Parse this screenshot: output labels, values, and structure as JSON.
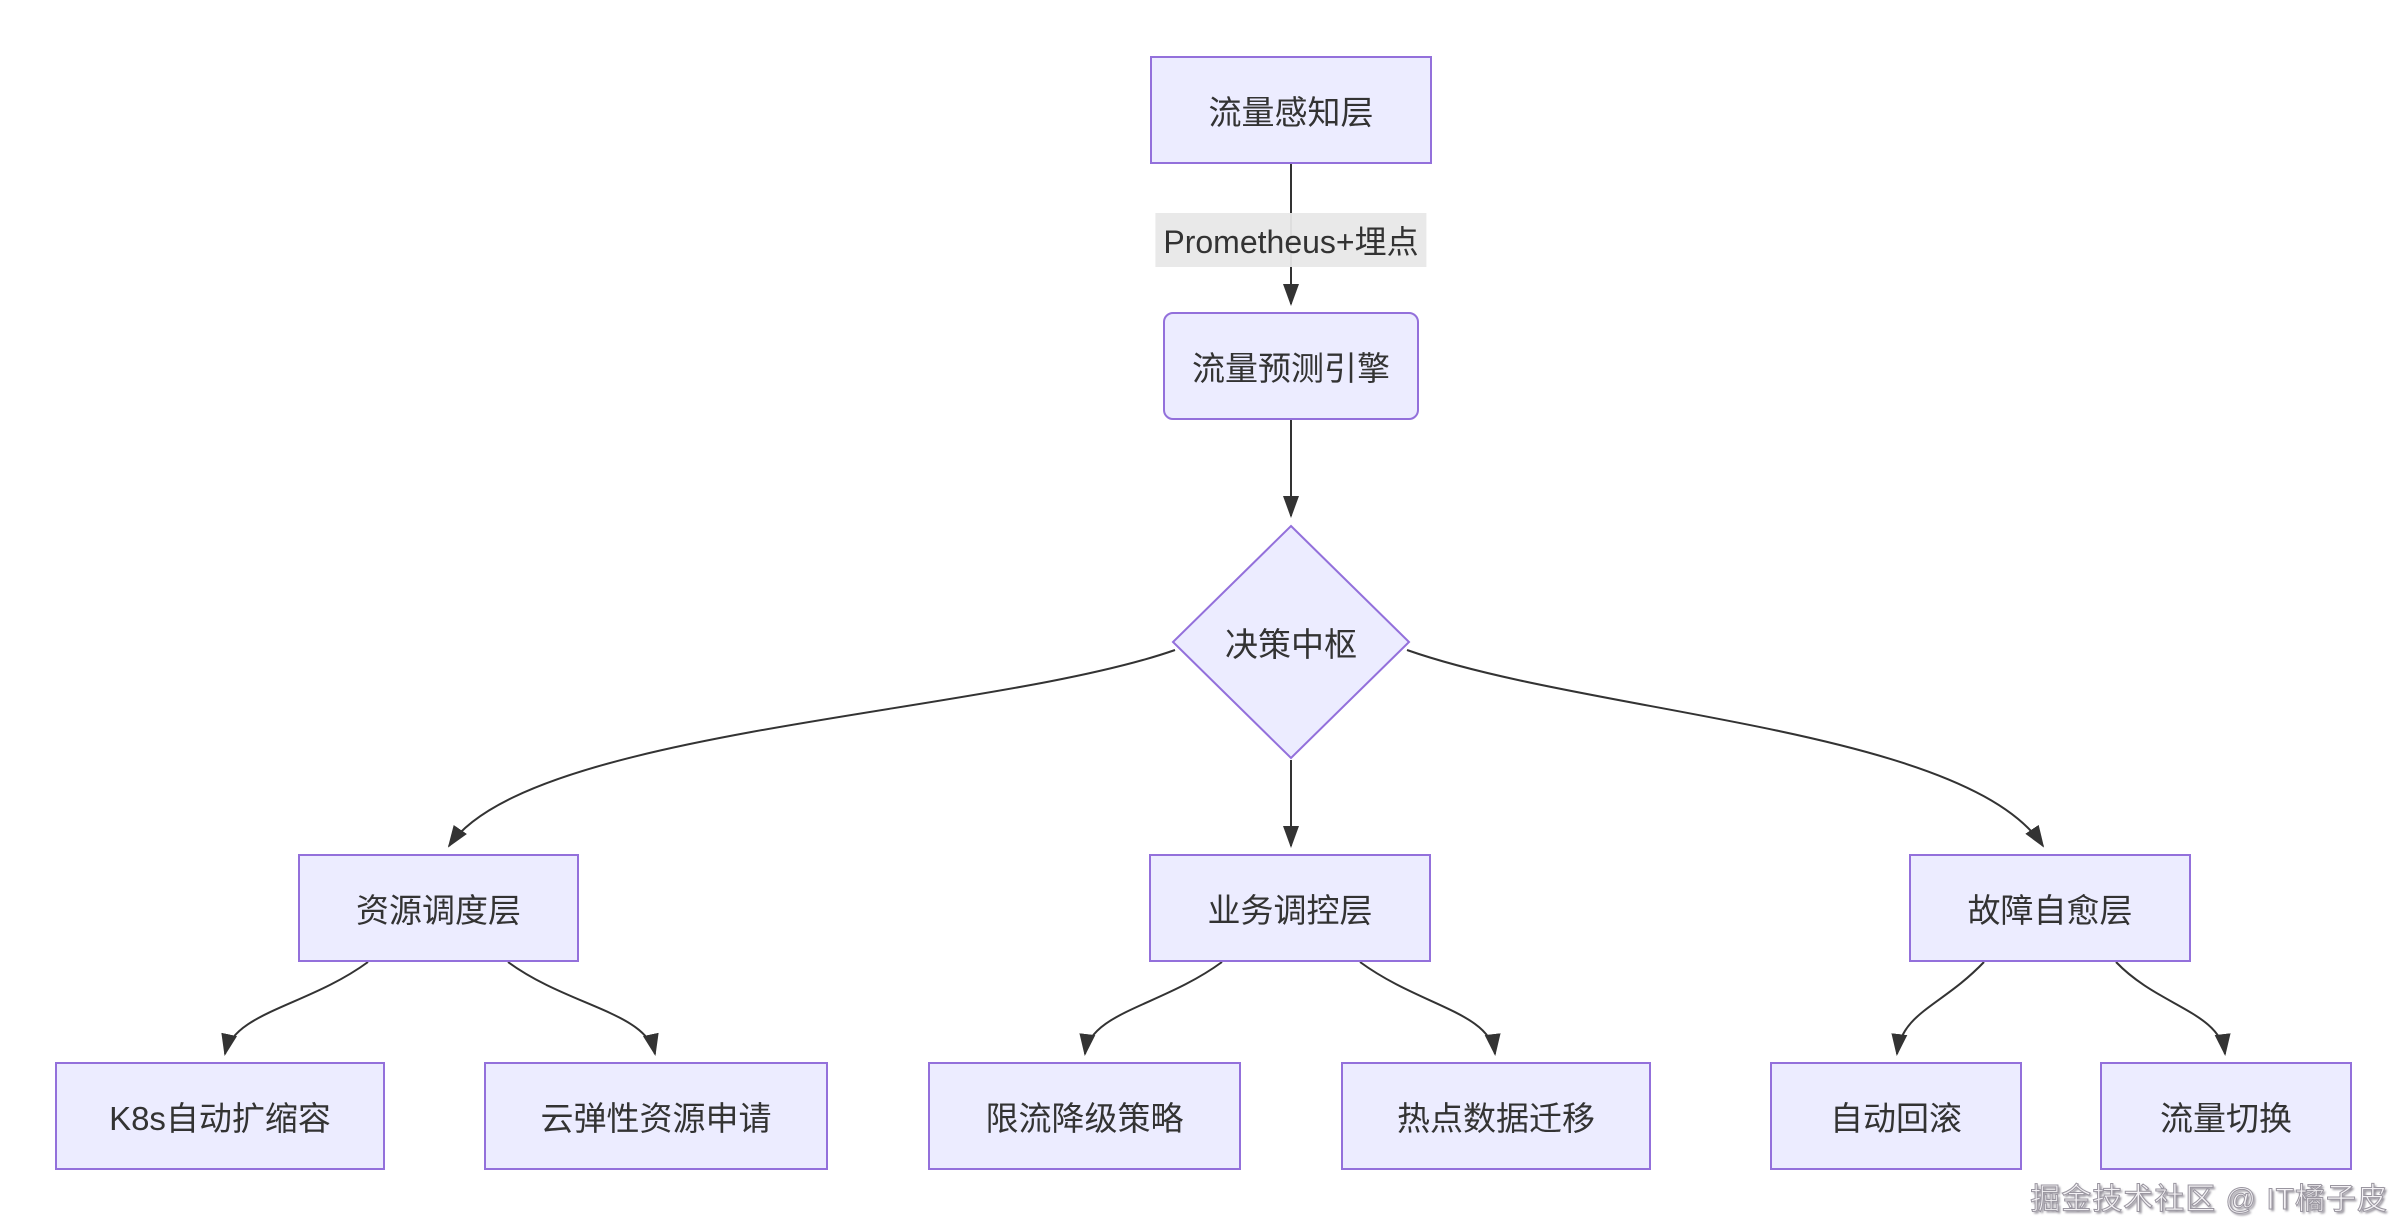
{
  "diagram": {
    "type": "flowchart",
    "nodes": {
      "traffic_sensing": {
        "label": "流量感知层",
        "shape": "rect"
      },
      "traffic_prediction": {
        "label": "流量预测引擎",
        "shape": "rounded-rect"
      },
      "decision_hub": {
        "label": "决策中枢",
        "shape": "diamond"
      },
      "resource_scheduling": {
        "label": "资源调度层",
        "shape": "rect"
      },
      "business_control": {
        "label": "业务调控层",
        "shape": "rect"
      },
      "fault_self_healing": {
        "label": "故障自愈层",
        "shape": "rect"
      },
      "k8s_autoscaling": {
        "label": "K8s自动扩缩容",
        "shape": "rect"
      },
      "cloud_elastic": {
        "label": "云弹性资源申请",
        "shape": "rect"
      },
      "rate_limit_degrade": {
        "label": "限流降级策略",
        "shape": "rect"
      },
      "hot_data_migration": {
        "label": "热点数据迁移",
        "shape": "rect"
      },
      "auto_rollback": {
        "label": "自动回滚",
        "shape": "rect"
      },
      "traffic_switch": {
        "label": "流量切换",
        "shape": "rect"
      }
    },
    "edges": [
      {
        "from": "traffic_sensing",
        "to": "traffic_prediction",
        "label": "Prometheus+埋点"
      },
      {
        "from": "traffic_prediction",
        "to": "decision_hub",
        "label": ""
      },
      {
        "from": "decision_hub",
        "to": "resource_scheduling",
        "label": ""
      },
      {
        "from": "decision_hub",
        "to": "business_control",
        "label": ""
      },
      {
        "from": "decision_hub",
        "to": "fault_self_healing",
        "label": ""
      },
      {
        "from": "resource_scheduling",
        "to": "k8s_autoscaling",
        "label": ""
      },
      {
        "from": "resource_scheduling",
        "to": "cloud_elastic",
        "label": ""
      },
      {
        "from": "business_control",
        "to": "rate_limit_degrade",
        "label": ""
      },
      {
        "from": "business_control",
        "to": "hot_data_migration",
        "label": ""
      },
      {
        "from": "fault_self_healing",
        "to": "auto_rollback",
        "label": ""
      },
      {
        "from": "fault_self_healing",
        "to": "traffic_switch",
        "label": ""
      }
    ],
    "edge_labels": {
      "prometheus": "Prometheus+埋点"
    },
    "watermark": "掘金技术社区 @ IT橘子皮",
    "colors": {
      "background": "#ffffff",
      "node_fill": "#ECECFF",
      "node_border": "#9370DB",
      "edge_line": "#333333",
      "text": "#333333",
      "edge_label_bg": "#e8e8e8"
    }
  }
}
